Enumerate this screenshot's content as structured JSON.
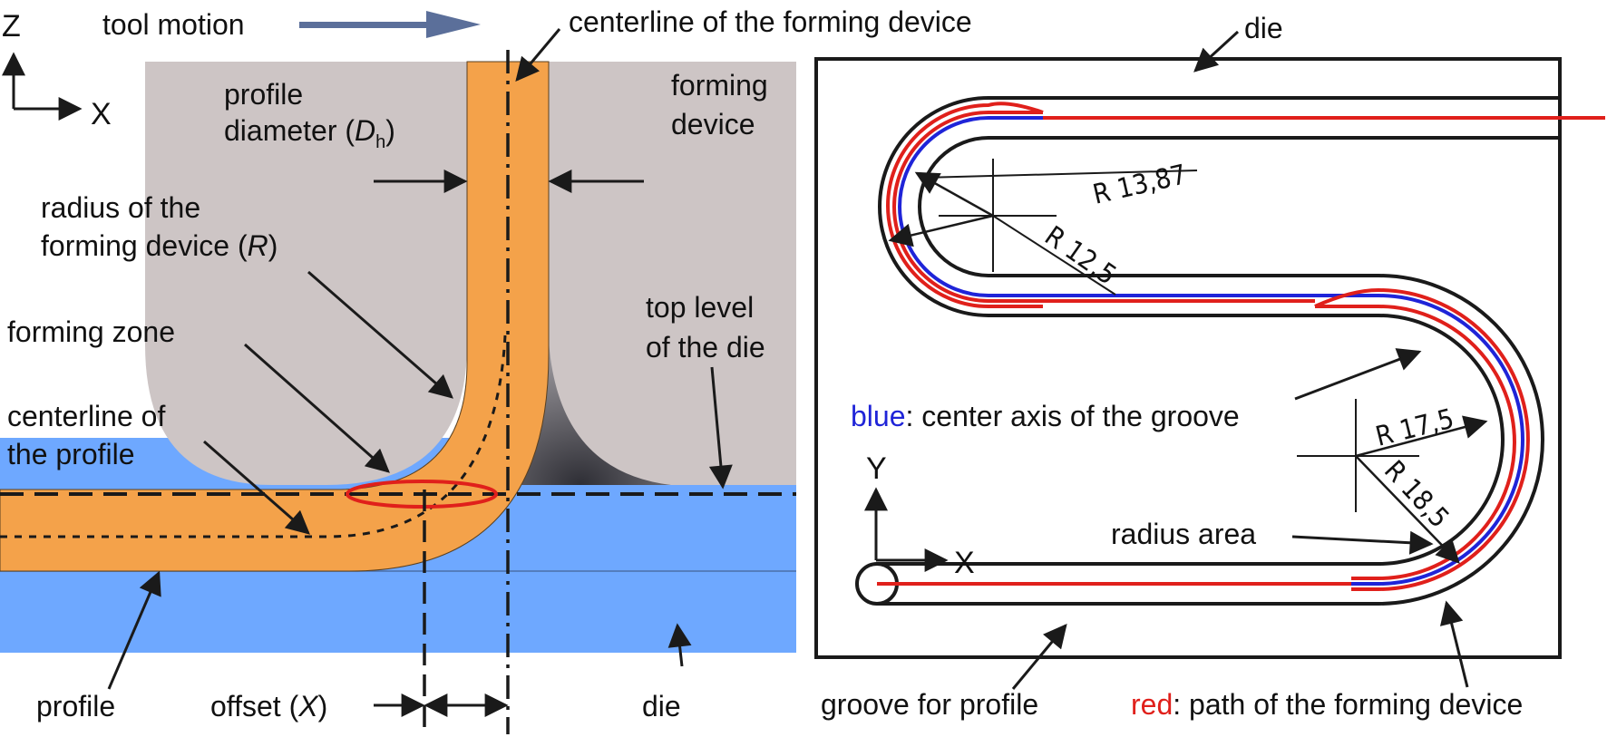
{
  "colors": {
    "profile": "#f4a24a",
    "die": "#6ea8ff",
    "forming_device": "#cdc5c5",
    "tool_arrow": "#5b6f9a",
    "red_path": "#e0201b",
    "blue_axis": "#1f24d8"
  },
  "left": {
    "axis_z": "Z",
    "axis_x": "X",
    "tool_motion": "tool motion",
    "centerline_device": "centerline of the forming device",
    "profile_diameter_1": "profile",
    "profile_diameter_2": "diameter (",
    "profile_diameter_sym": "D",
    "profile_diameter_sub": "h",
    "profile_diameter_end": ")",
    "forming_device_1": "forming",
    "forming_device_2": "device",
    "radius_1": "radius of the",
    "radius_2": "forming device (",
    "radius_sym": "R",
    "radius_end": ")",
    "forming_zone": "forming zone",
    "top_level_1": "top level",
    "top_level_2": "of the die",
    "centerline_profile_1": "centerline of",
    "centerline_profile_2": "the profile",
    "profile": "profile",
    "offset": "offset (",
    "offset_sym": "X",
    "offset_end": ")",
    "die": "die"
  },
  "right": {
    "die": "die",
    "r1": "R 13,87",
    "r2": "R 12,5",
    "r3": "R 17,5",
    "r4": "R 18,5",
    "blue_word": "blue",
    "blue_text": ": center axis of the groove",
    "radius_area": "radius area",
    "axis_y": "Y",
    "axis_x": "X",
    "groove": "groove for profile",
    "red_word": "red",
    "red_text": ": path of the forming device"
  }
}
